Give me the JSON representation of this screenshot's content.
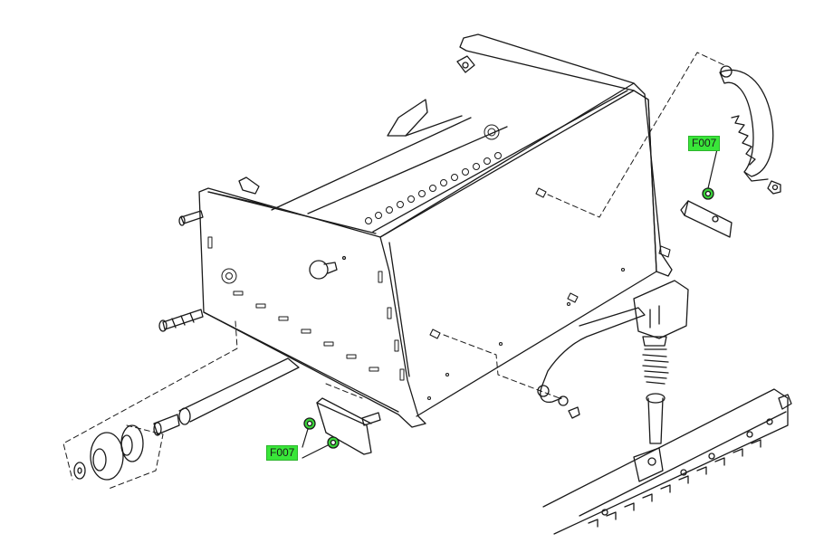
{
  "diagram": {
    "callouts": [
      {
        "id": "top",
        "text": "F007"
      },
      {
        "id": "bottom",
        "text": "F007"
      }
    ],
    "colors": {
      "line": "#1a1a1a",
      "callout_fill": "#39e639",
      "highlight_part": "#3ad43a"
    }
  }
}
